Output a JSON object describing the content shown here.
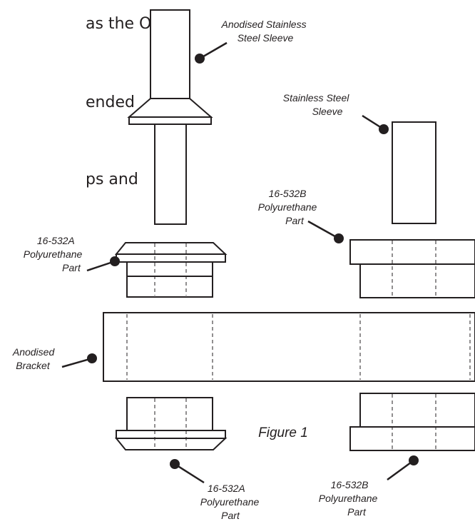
{
  "body_text": {
    "line1": "as the OE",
    "line2": "ended",
    "line3": "ps and"
  },
  "labels": {
    "anodised_stainless_sleeve": [
      "Anodised Stainless",
      "Steel Sleeve"
    ],
    "stainless_sleeve": [
      "Stainless Steel",
      "Sleeve"
    ],
    "part_532b_top": [
      "16-532B",
      "Polyurethane",
      "Part"
    ],
    "part_532a_top": [
      "16-532A",
      "Polyurethane",
      "Part"
    ],
    "bracket": [
      "Anodised",
      "Bracket"
    ],
    "part_532a_bottom": [
      "16-532A",
      "Polyurethane",
      "Part"
    ],
    "part_532b_bottom": [
      "16-532B",
      "Polyurethane",
      "Part"
    ]
  },
  "figure_caption": "Figure 1",
  "colors": {
    "ink": "#231f20",
    "background": "#ffffff"
  }
}
